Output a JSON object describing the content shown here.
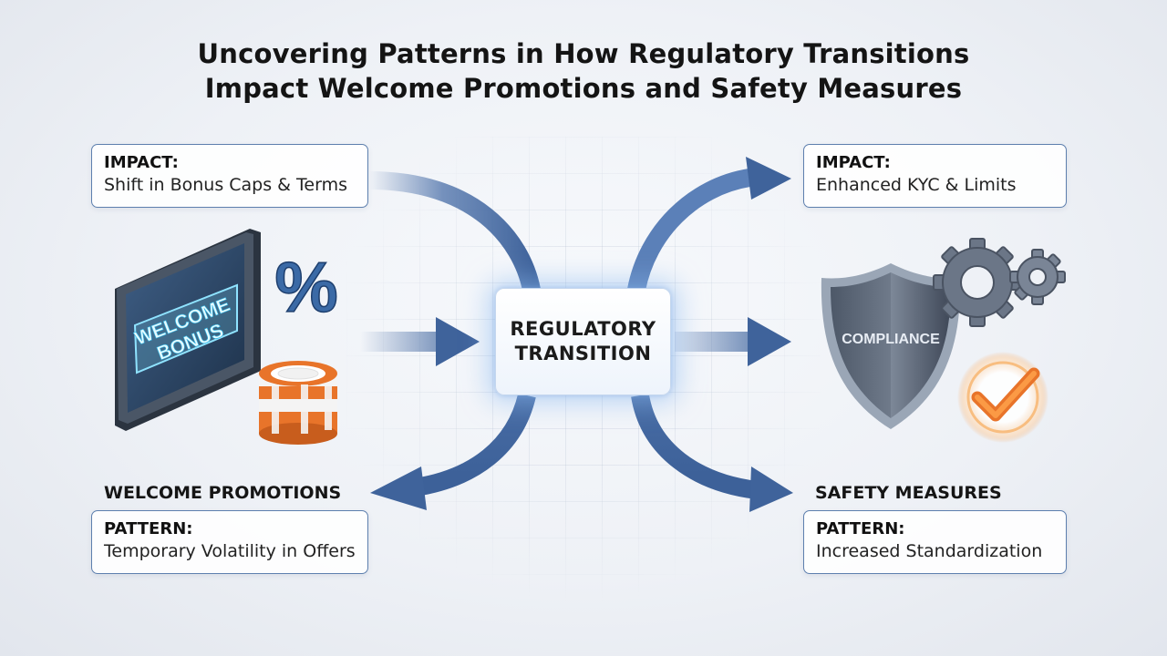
{
  "title": {
    "line1": "Uncovering Patterns in How Regulatory Transitions",
    "line2": "Impact Welcome Promotions and Safety Measures"
  },
  "center": {
    "line1": "REGULATORY",
    "line2": "TRANSITION"
  },
  "left": {
    "section_label": "WELCOME PROMOTIONS",
    "impact": {
      "heading": "IMPACT:",
      "text": "Shift in Bonus Caps & Terms"
    },
    "pattern": {
      "heading": "PATTERN:",
      "text": "Temporary Volatility in Offers"
    },
    "tablet_text": [
      "WELCOME",
      "BONUS"
    ],
    "percent_symbol": "%",
    "icons": [
      "tablet-icon",
      "percent-icon",
      "chip-stack-icon"
    ]
  },
  "right": {
    "section_label": "SAFETY MEASURES",
    "impact": {
      "heading": "IMPACT:",
      "text": "Enhanced KYC & Limits"
    },
    "pattern": {
      "heading": "PATTERN:",
      "text": "Increased Standardization"
    },
    "shield_text": "COMPLIANCE",
    "icons": [
      "shield-icon",
      "gear-icon",
      "checkmark-icon"
    ]
  },
  "colors": {
    "arrow_blue": "#4a6fa8",
    "card_border": "#5d7fae",
    "chip_orange": "#e8742a",
    "check_orange": "#f08a2b",
    "shield_gray": "#5d6878",
    "glow_blue": "#8cb9f0"
  }
}
